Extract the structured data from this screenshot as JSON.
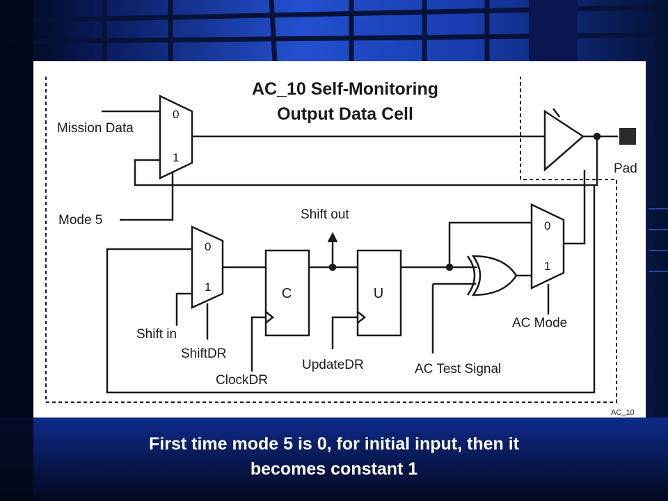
{
  "slide": {
    "caption_line1": "First time mode 5 is 0, for initial input, then it",
    "caption_line2": "becomes constant 1"
  },
  "diagram": {
    "title_line1": "AC_10 Self-Monitoring",
    "title_line2": "Output Data Cell",
    "labels": {
      "mission_data": "Mission Data",
      "mode5": "Mode 5",
      "pad": "Pad",
      "shift_out": "Shift out",
      "shift_in": "Shift in",
      "shift_dr": "ShiftDR",
      "clock_dr": "ClockDR",
      "update_dr": "UpdateDR",
      "ac_test_signal": "AC Test Signal",
      "ac_mode": "AC Mode",
      "corner_tag": "AC_10"
    },
    "mux_inputs": {
      "zero": "0",
      "one": "1"
    },
    "registers": {
      "capture": "C",
      "update": "U"
    }
  },
  "colors": {
    "background_dark": "#02081e",
    "background_blue": "#1a3fb8",
    "caption_text": "#ffffff",
    "diagram_ink": "#1a1a1a"
  }
}
